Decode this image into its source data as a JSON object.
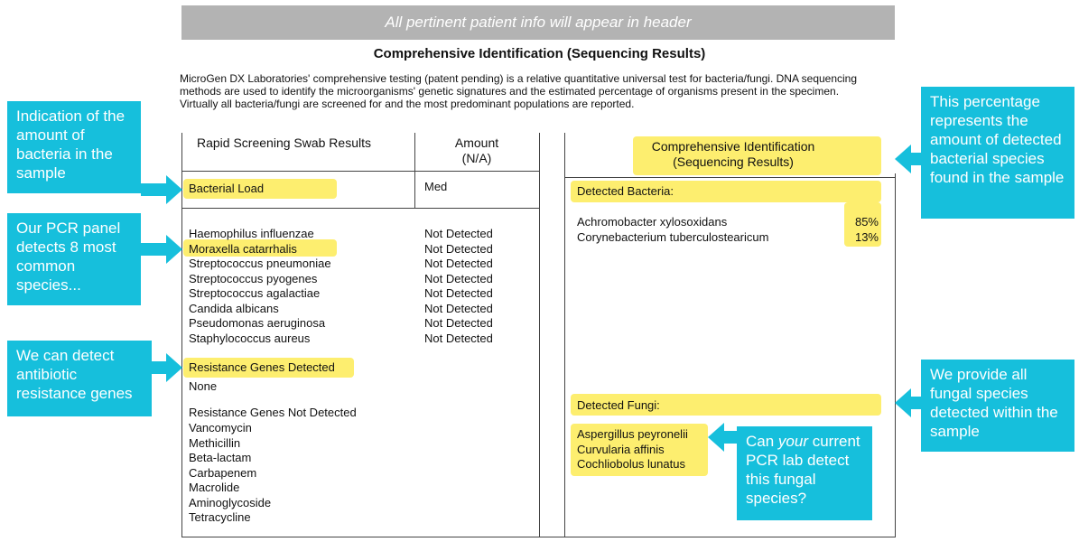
{
  "header": {
    "banner": "All pertinent patient info will appear in header"
  },
  "report": {
    "title": "Comprehensive Identification (Sequencing Results)",
    "intro_lines": [
      "MicroGen DX Laboratories' comprehensive testing (patent pending) is a relative quantitative universal test for bacteria/fungi. DNA sequencing",
      "methods are used to identify the microorganisms' genetic signatures and the estimated percentage of organisms present in the specimen.",
      "Virtually all bacteria/fungi are screened for and the most predominant populations are reported."
    ]
  },
  "left_table": {
    "header_col1": "Rapid Screening Swab Results",
    "header_col2_line1": "Amount",
    "header_col2_line2": "(N/A)",
    "bacterial_load_label": "Bacterial Load",
    "bacterial_load_value": "Med",
    "organisms": [
      {
        "name": "Haemophilus influenzae",
        "result": "Not Detected"
      },
      {
        "name": "Moraxella catarrhalis",
        "result": "Not Detected"
      },
      {
        "name": "Streptococcus pneumoniae",
        "result": "Not Detected"
      },
      {
        "name": "Streptococcus pyogenes",
        "result": "Not Detected"
      },
      {
        "name": "Streptococcus agalactiae",
        "result": "Not Detected"
      },
      {
        "name": "Candida albicans",
        "result": "Not Detected"
      },
      {
        "name": "Pseudomonas aeruginosa",
        "result": "Not Detected"
      },
      {
        "name": "Staphylococcus aureus",
        "result": "Not Detected"
      }
    ],
    "resistance_detected_label": "Resistance Genes Detected",
    "resistance_detected_value": "None",
    "resistance_not_detected_label": "Resistance Genes Not Detected",
    "resistance_not_detected": [
      "Vancomycin",
      "Methicillin",
      "Beta-lactam",
      "Carbapenem",
      "Macrolide",
      "Aminoglycoside",
      "Tetracycline"
    ]
  },
  "right_table": {
    "header_line1": "Comprehensive Identification",
    "header_line2": "(Sequencing Results)",
    "bacteria_label": "Detected Bacteria:",
    "bacteria": [
      {
        "name": "Achromobacter xylosoxidans",
        "pct": "85%"
      },
      {
        "name": "Corynebacterium tuberculostearicum",
        "pct": "13%"
      }
    ],
    "fungi_label": "Detected Fungi:",
    "fungi": [
      "Aspergillus peyronelii",
      "Curvularia affinis",
      "Cochliobolus lunatus"
    ]
  },
  "callouts": {
    "bacteria_amount": "Indication of the amount of bacteria in the sample",
    "pcr_panel": "Our PCR panel detects 8 most common species...",
    "resistance": "We can detect antibiotic resistance genes",
    "percentage": "This percentage represents the amount of detected bacterial species found in the sample",
    "fungal": "We provide all fungal species detected within the sample",
    "question_prefix": "Can ",
    "question_emphasis": "your",
    "question_suffix": " current PCR lab detect this fungal species?"
  },
  "colors": {
    "callout": "#16bfdc",
    "highlight": "#fdee6f",
    "banner": "#b3b3b3"
  }
}
